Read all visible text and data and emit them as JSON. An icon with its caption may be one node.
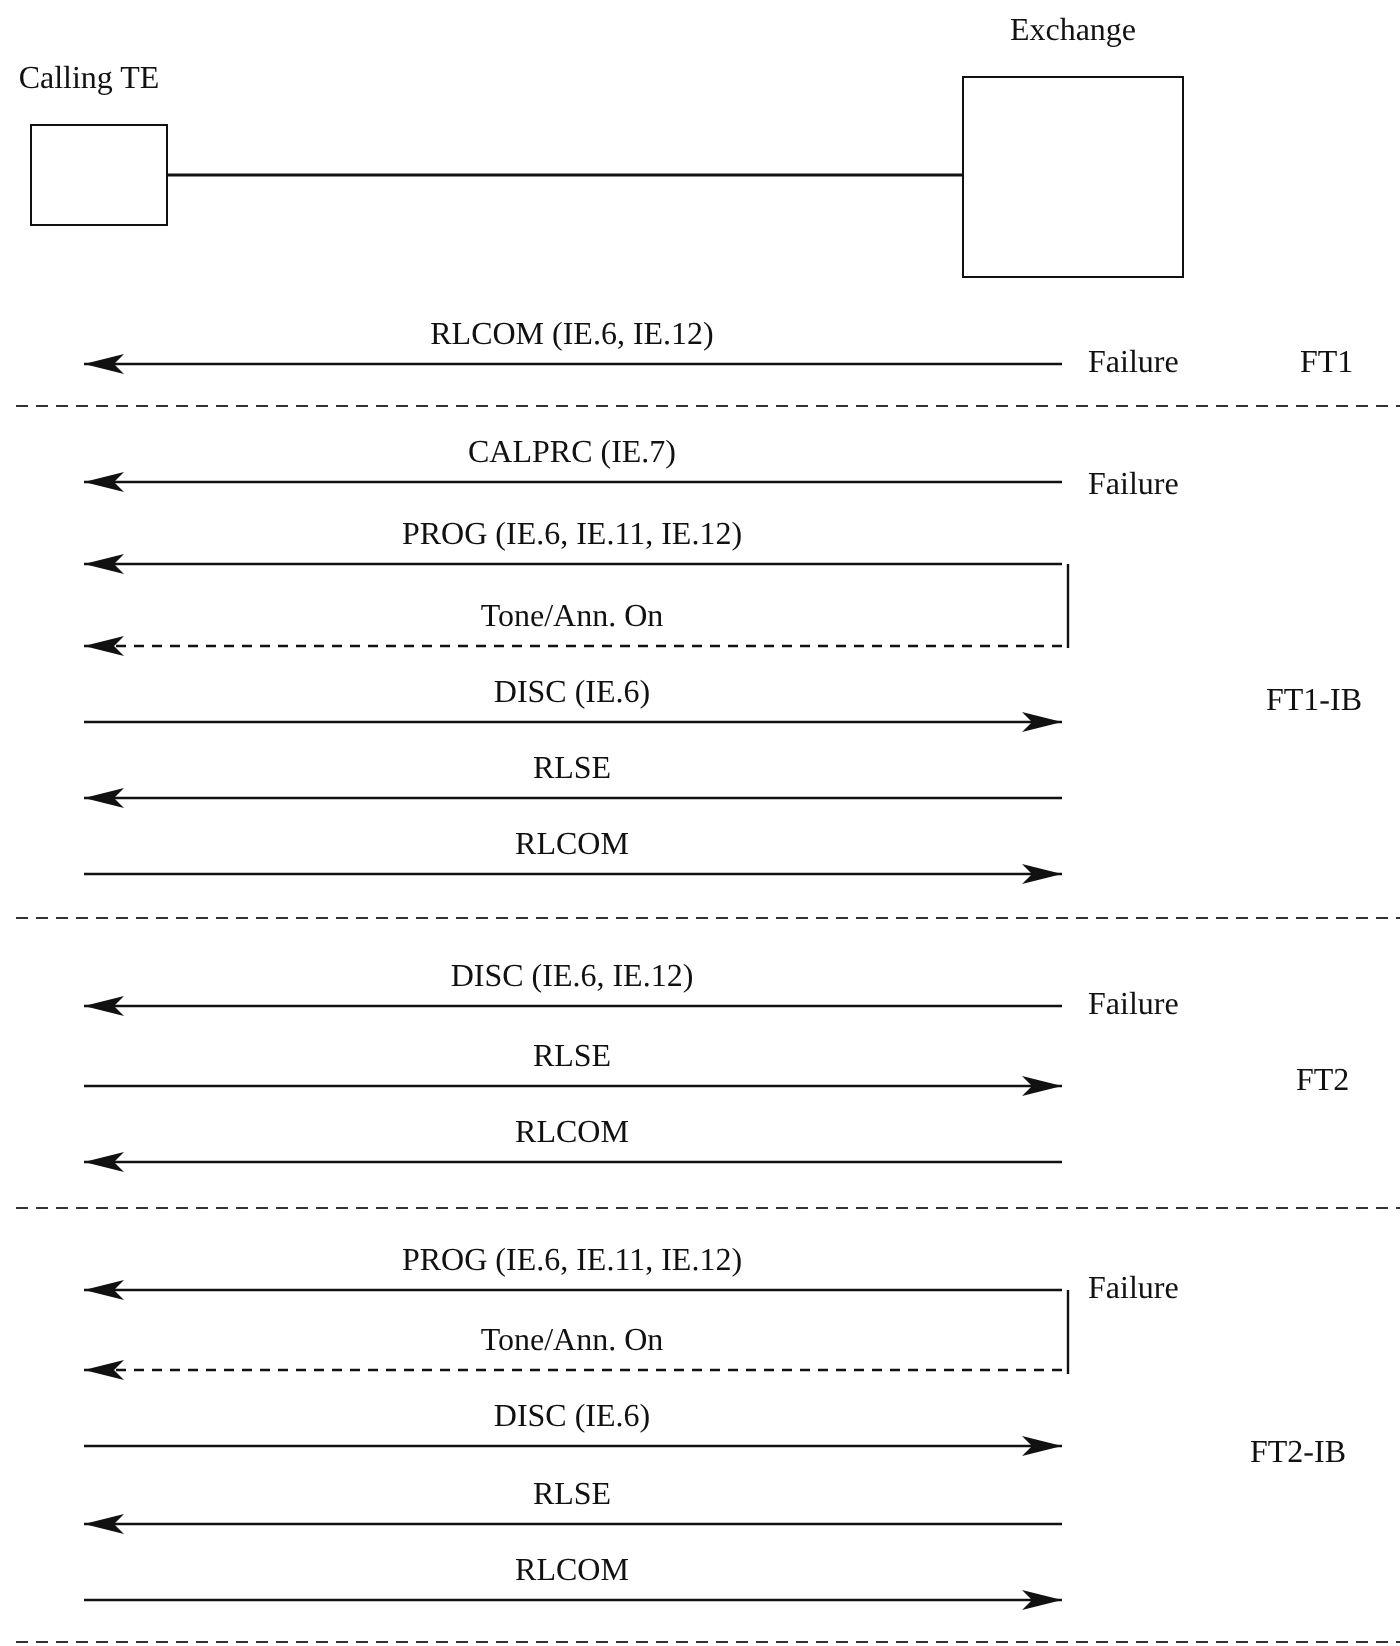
{
  "diagram": {
    "nodes": [
      {
        "text": [
          "Calling TE"
        ]
      },
      {
        "text": [
          "Exchange"
        ]
      }
    ],
    "edges": [
      {
        "from": 0,
        "to": 1,
        "arrow": "none"
      }
    ],
    "labels": [
      "RLCOM (IE.6, IE.12)",
      "Failure",
      "FT1",
      "CALPRC (IE.7)",
      "Failure",
      "PROG (IE.6, IE.11, IE.12)",
      "Tone/Ann. On",
      "DISC (IE.6)",
      "FT1-IB",
      "RLSE",
      "RLCOM",
      "DISC (IE.6, IE.12)",
      "Failure",
      "RLSE",
      "FT2",
      "RLCOM",
      "PROG (IE.6, IE.11, IE.12)",
      "Failure",
      "Tone/Ann. On",
      "DISC (IE.6)",
      "RLSE",
      "FT2-IB",
      "RLCOM"
    ]
  }
}
